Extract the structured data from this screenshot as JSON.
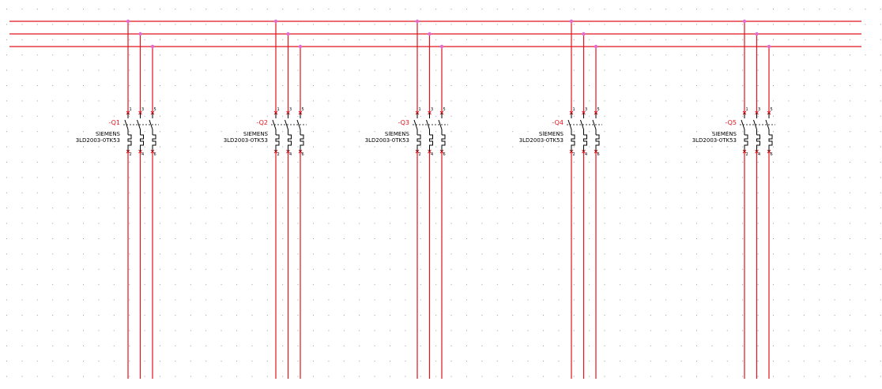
{
  "colors": {
    "background": "#ffffff",
    "grid_dot": "#9a9a9a",
    "wire": "#e0141e",
    "junction": "#e36ad0",
    "symbol": "#000000",
    "tag_text": "#e0141e",
    "info_text": "#000000"
  },
  "breakers": [
    {
      "tag": "-Q1",
      "manufacturer": "SIEMENS",
      "part_number": "3LD2003-0TK53",
      "top_pins": [
        "1",
        "3",
        "5"
      ],
      "bottom_pins": [
        "2",
        "4",
        "6"
      ]
    },
    {
      "tag": "-Q2",
      "manufacturer": "SIEMENS",
      "part_number": "3LD2003-0TK53",
      "top_pins": [
        "1",
        "3",
        "5"
      ],
      "bottom_pins": [
        "2",
        "4",
        "6"
      ]
    },
    {
      "tag": "-Q3",
      "manufacturer": "SIEMENS",
      "part_number": "3LD2003-0TK53",
      "top_pins": [
        "1",
        "3",
        "5"
      ],
      "bottom_pins": [
        "2",
        "4",
        "6"
      ]
    },
    {
      "tag": "-Q4",
      "manufacturer": "SIEMENS",
      "part_number": "3LD2003-0TK53",
      "top_pins": [
        "1",
        "3",
        "5"
      ],
      "bottom_pins": [
        "2",
        "4",
        "6"
      ]
    },
    {
      "tag": "-Q5",
      "manufacturer": "SIEMENS",
      "part_number": "3LD2003-0TK53",
      "top_pins": [
        "1",
        "3",
        "5"
      ],
      "bottom_pins": [
        "2",
        "4",
        "6"
      ]
    }
  ]
}
